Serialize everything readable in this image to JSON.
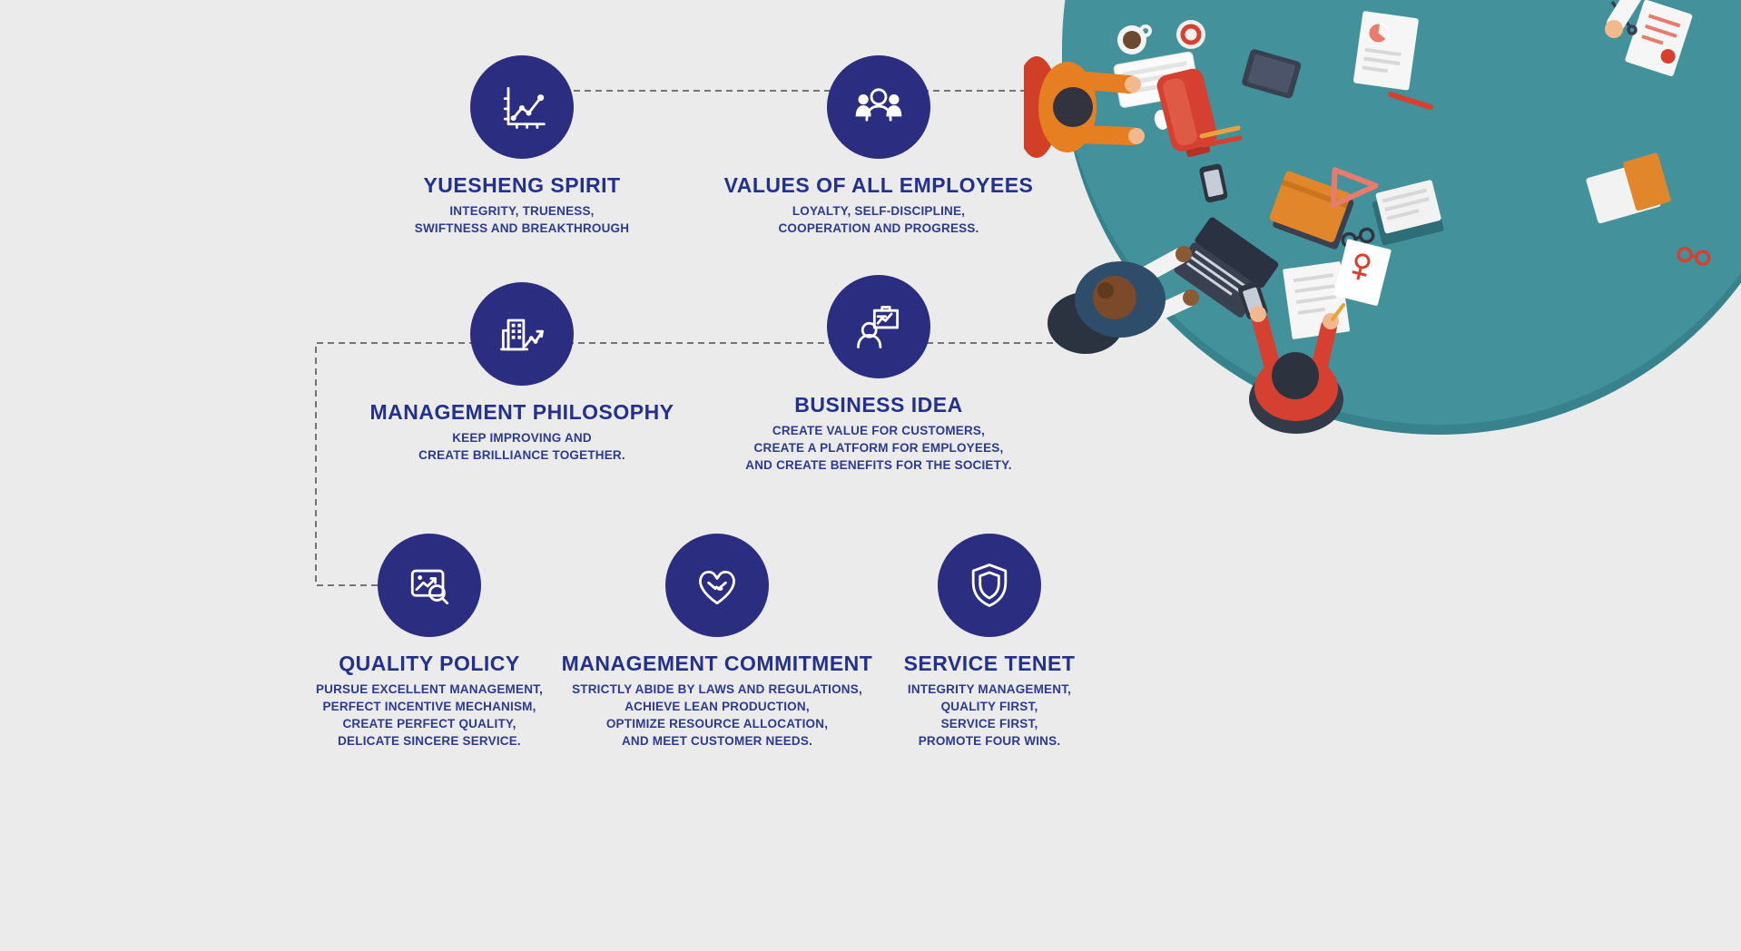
{
  "page": {
    "name": "Corporate Culture Section",
    "background_color": "#ebebec",
    "primary_color": "#2a2d80",
    "title_color": "#24318c",
    "table_color": "#43919b",
    "accent_orange": "#e67e22",
    "accent_red": "#d64030"
  },
  "items": [
    {
      "icon": "growth-chart-icon",
      "title": "YUESHENG SPIRIT",
      "lines": [
        "INTEGRITY, TRUENESS,",
        "SWIFTNESS AND BREAKTHROUGH"
      ]
    },
    {
      "icon": "employees-icon",
      "title": "VALUES OF ALL EMPLOYEES",
      "lines": [
        "LOYALTY, SELF-DISCIPLINE,",
        "COOPERATION AND PROGRESS."
      ]
    },
    {
      "icon": "management-philosophy-icon",
      "title": "MANAGEMENT PHILOSOPHY",
      "lines": [
        "KEEP IMPROVING AND",
        "CREATE BRILLIANCE TOGETHER."
      ]
    },
    {
      "icon": "business-idea-icon",
      "title": "BUSINESS IDEA",
      "lines": [
        "CREATE VALUE FOR CUSTOMERS,",
        "CREATE A PLATFORM FOR EMPLOYEES,",
        "AND CREATE BENEFITS FOR THE SOCIETY."
      ]
    },
    {
      "icon": "quality-policy-icon",
      "title": "QUALITY POLICY",
      "lines": [
        "PURSUE EXCELLENT MANAGEMENT,",
        "PERFECT INCENTIVE MECHANISM,",
        "CREATE PERFECT QUALITY,",
        "DELICATE SINCERE SERVICE."
      ]
    },
    {
      "icon": "handshake-heart-icon",
      "title": "MANAGEMENT COMMITMENT",
      "lines": [
        "STRICTLY ABIDE BY LAWS AND REGULATIONS,",
        "ACHIEVE LEAN PRODUCTION,",
        "OPTIMIZE RESOURCE ALLOCATION,",
        "AND MEET CUSTOMER NEEDS."
      ]
    },
    {
      "icon": "shield-icon",
      "title": "SERVICE TENET",
      "lines": [
        "INTEGRITY MANAGEMENT,",
        "QUALITY FIRST,",
        "SERVICE FIRST,",
        "PROMOTE FOUR WINS."
      ]
    }
  ]
}
